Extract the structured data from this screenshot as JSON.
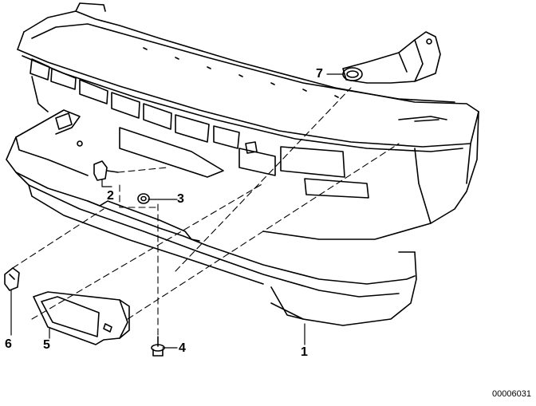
{
  "diagram": {
    "callouts": [
      {
        "id": "c1",
        "text": "1"
      },
      {
        "id": "c2",
        "text": "2"
      },
      {
        "id": "c3",
        "text": "3"
      },
      {
        "id": "c4",
        "text": "4"
      },
      {
        "id": "c5",
        "text": "5"
      },
      {
        "id": "c6",
        "text": "6"
      },
      {
        "id": "c7",
        "text": "7"
      }
    ],
    "document_number": "00006031"
  },
  "colors": {
    "line": "#000000",
    "background": "#ffffff"
  }
}
